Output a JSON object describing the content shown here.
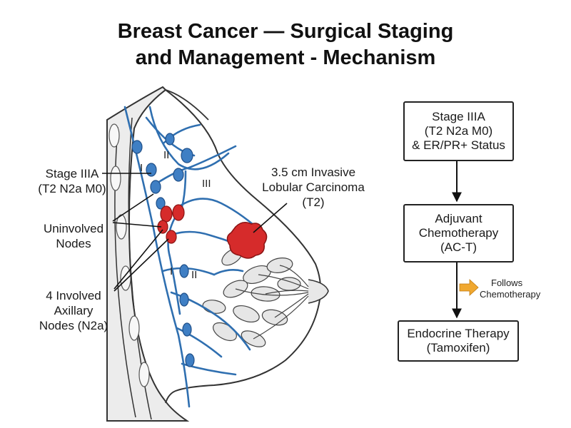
{
  "title": {
    "line1": "Breast Cancer — Surgical Staging",
    "line2": "and Management - Mechanism"
  },
  "anatomy": {
    "level_labels": [
      "I",
      "II",
      "III",
      "I",
      "II"
    ],
    "stage_label": {
      "line1": "Stage IIIA",
      "line2": "(T2 N2a M0)"
    },
    "uninvolved_label": {
      "line1": "Uninvolved",
      "line2": "Nodes"
    },
    "involved_label": {
      "line1": "4 Involved",
      "line2": "Axillary",
      "line3": "Nodes (N2a)"
    },
    "tumor_label": {
      "line1": "3.5 cm Invasive",
      "line2": "Lobular Carcinoma",
      "line3": "(T2)"
    }
  },
  "flow": {
    "box1": {
      "line1": "Stage IIIA",
      "line2": "(T2 N2a M0)",
      "line3": "& ER/PR+ Status"
    },
    "box2": {
      "line1": "Adjuvant",
      "line2": "Chemotherapy",
      "line3": "(AC-T)"
    },
    "note": {
      "line1": "Follows",
      "line2": "Chemotherapy"
    },
    "box3": {
      "line1": "Endocrine Therapy",
      "line2": "(Tamoxifen)"
    }
  },
  "colors": {
    "vessel": "#2f6fb0",
    "node_uninvolved": "#3f7fc4",
    "node_involved": "#d62b2b",
    "tumor": "#d62b2b",
    "arrow_note": "#f0a830"
  }
}
